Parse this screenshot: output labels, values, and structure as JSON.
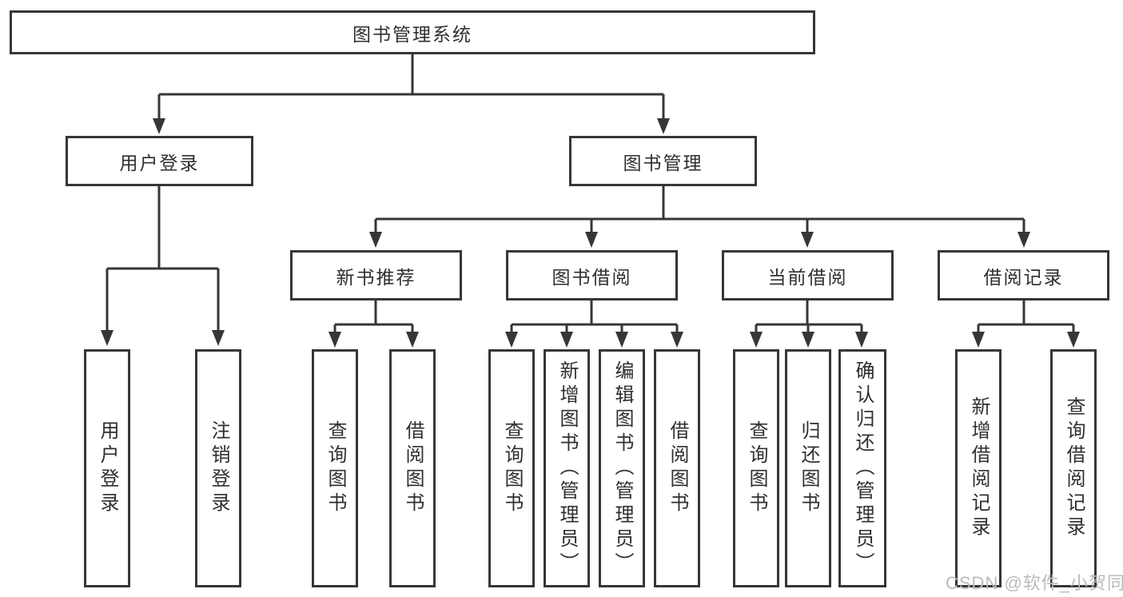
{
  "diagram": {
    "title": "图书管理系统",
    "colors": {
      "line": "#363636",
      "text": "#2f2f2f",
      "background": "#ffffff",
      "watermark": "#b9bcbc"
    },
    "nodes": {
      "root": {
        "label": "图书管理系统"
      },
      "user_login": {
        "label": "用户登录"
      },
      "book_mgmt": {
        "label": "图书管理"
      },
      "new_book": {
        "label": "新书推荐"
      },
      "book_borrow": {
        "label": "图书借阅"
      },
      "current_borrow": {
        "label": "当前借阅"
      },
      "borrow_record": {
        "label": "借阅记录"
      },
      "ul_login": {
        "label": "用户登录"
      },
      "ul_logout": {
        "label": "注销登录"
      },
      "nb_query": {
        "label": "查询图书"
      },
      "nb_borrow": {
        "label": "借阅图书"
      },
      "bb_query": {
        "label": "查询图书"
      },
      "bb_add": {
        "label": "新增图书（管理员）"
      },
      "bb_edit": {
        "label": "编辑图书（管理员）"
      },
      "bb_borrow": {
        "label": "借阅图书"
      },
      "cb_query": {
        "label": "查询图书"
      },
      "cb_return": {
        "label": "归还图书"
      },
      "cb_confirm": {
        "label": "确认归还（管理员）"
      },
      "br_add": {
        "label": "新增借阅记录"
      },
      "br_query": {
        "label": "查询借阅记录"
      }
    },
    "edges": [
      {
        "from": "root",
        "to": "user_login"
      },
      {
        "from": "root",
        "to": "book_mgmt"
      },
      {
        "from": "user_login",
        "to": "ul_login"
      },
      {
        "from": "user_login",
        "to": "ul_logout"
      },
      {
        "from": "book_mgmt",
        "to": "new_book"
      },
      {
        "from": "book_mgmt",
        "to": "book_borrow"
      },
      {
        "from": "book_mgmt",
        "to": "current_borrow"
      },
      {
        "from": "book_mgmt",
        "to": "borrow_record"
      },
      {
        "from": "new_book",
        "to": "nb_query"
      },
      {
        "from": "new_book",
        "to": "nb_borrow"
      },
      {
        "from": "book_borrow",
        "to": "bb_query"
      },
      {
        "from": "book_borrow",
        "to": "bb_add"
      },
      {
        "from": "book_borrow",
        "to": "bb_edit"
      },
      {
        "from": "book_borrow",
        "to": "bb_borrow"
      },
      {
        "from": "current_borrow",
        "to": "cb_query"
      },
      {
        "from": "current_borrow",
        "to": "cb_return"
      },
      {
        "from": "current_borrow",
        "to": "cb_confirm"
      },
      {
        "from": "borrow_record",
        "to": "br_add"
      },
      {
        "from": "borrow_record",
        "to": "br_query"
      }
    ],
    "watermark": "CSDN @软件_小贺同学"
  }
}
